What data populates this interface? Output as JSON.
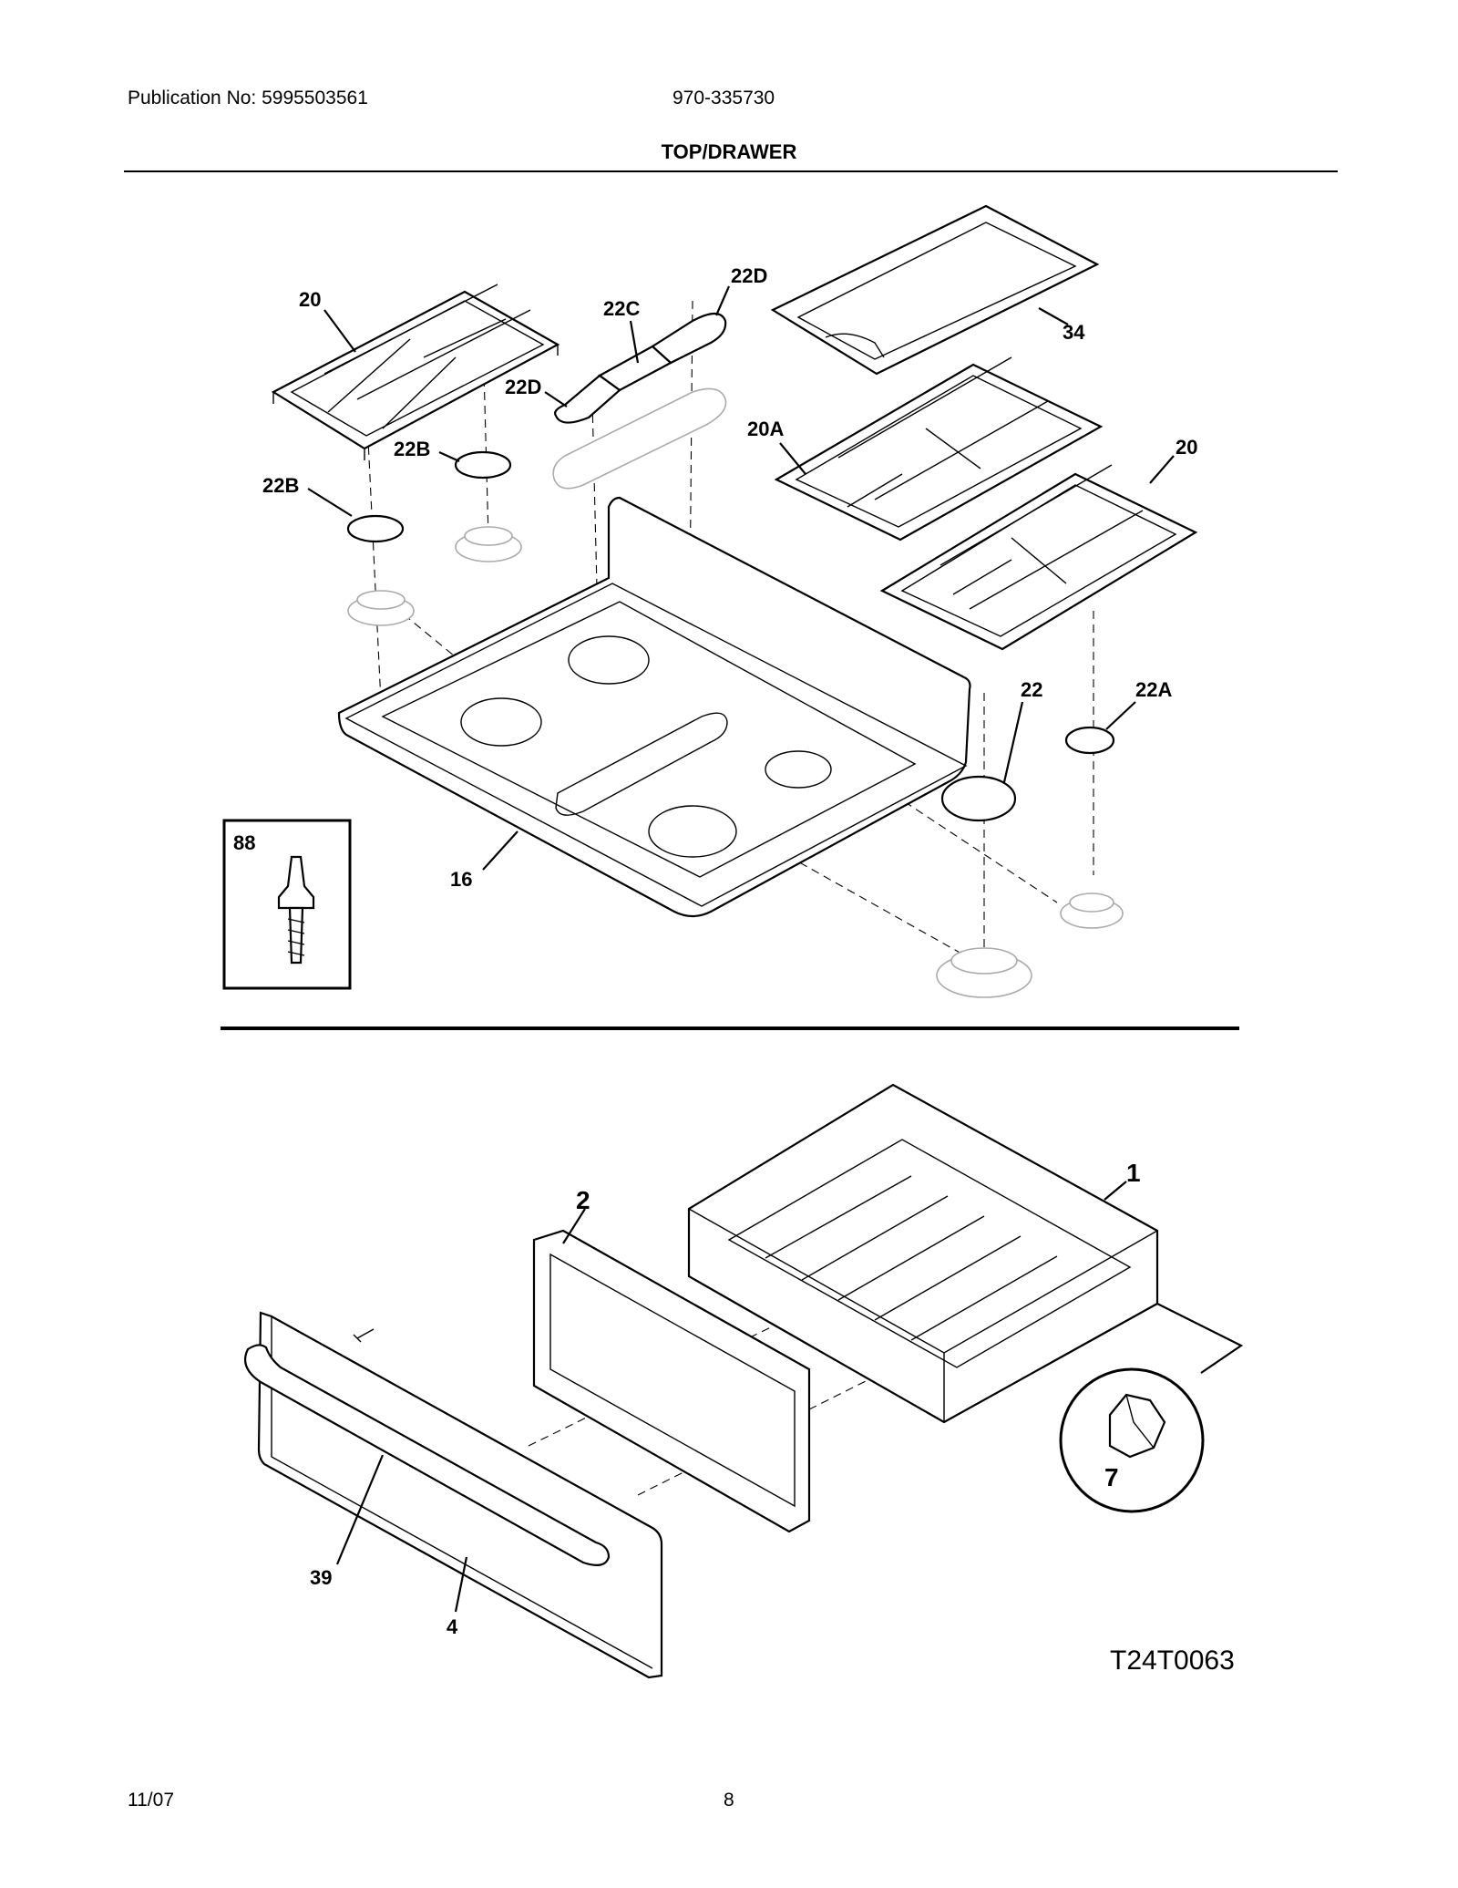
{
  "header": {
    "publication": "Publication No: 5995503561",
    "model": "970-335730",
    "section_title": "TOP/DRAWER"
  },
  "callouts": {
    "grate_left": "20",
    "grate_right": "20",
    "grate_center": "20A",
    "cap_22": "22",
    "cap_22a": "22A",
    "cap_22b_upper": "22B",
    "cap_22b_lower": "22B",
    "cap_22c": "22C",
    "cap_22d_upper": "22D",
    "cap_22d_lower": "22D",
    "griddle": "34",
    "cooktop": "16",
    "stud": "88",
    "drawer_body": "1",
    "drawer_liner": "2",
    "drawer_front": "4",
    "clip": "7",
    "handle": "39"
  },
  "figure_code": "T24T0063",
  "footer": {
    "date": "11/07",
    "page": "8"
  }
}
